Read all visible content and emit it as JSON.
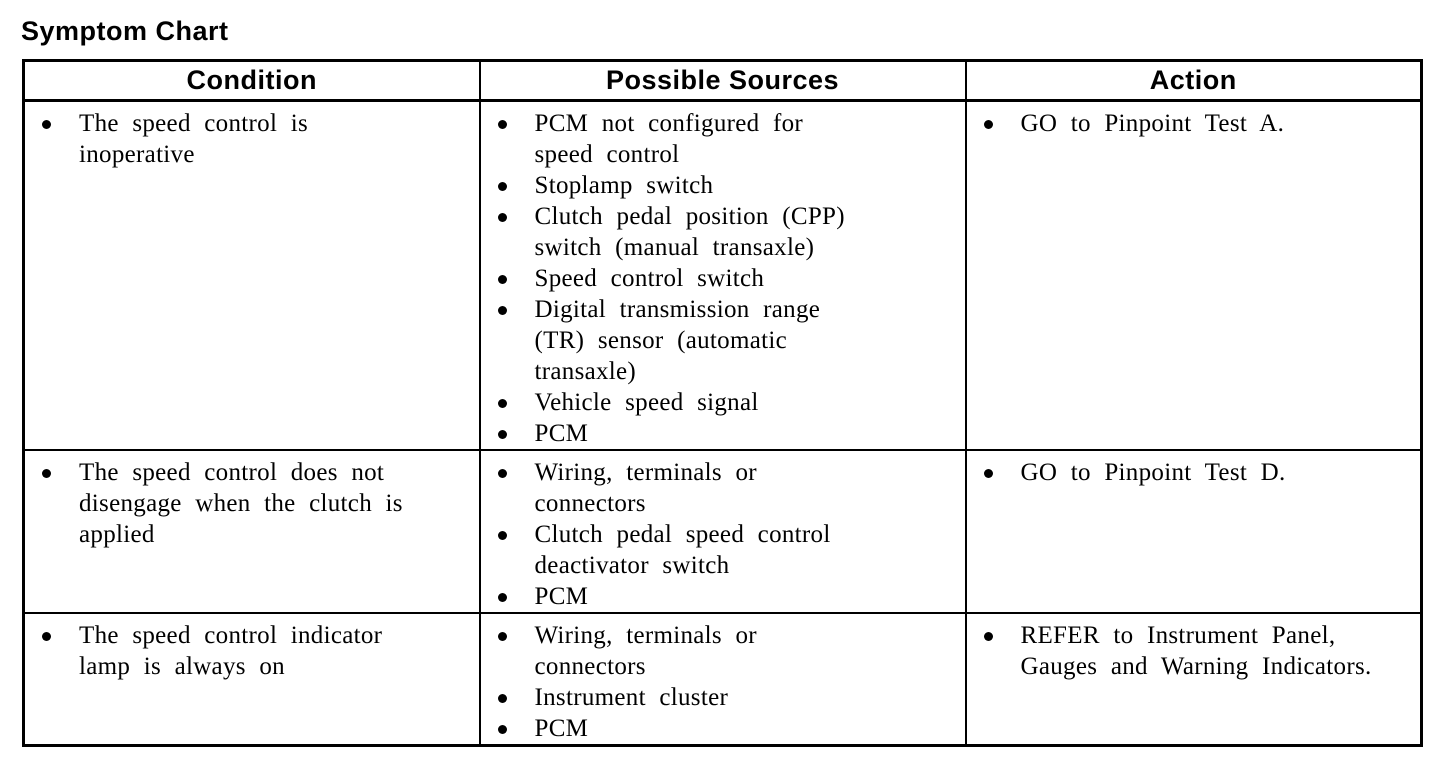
{
  "page": {
    "title": "Symptom Chart"
  },
  "table": {
    "columns": [
      "Condition",
      "Possible Sources",
      "Action"
    ],
    "rows": [
      {
        "condition": [
          "The speed control is\ninoperative"
        ],
        "possible_sources": [
          "PCM not configured for\nspeed control",
          "Stoplamp switch",
          "Clutch pedal position (CPP)\nswitch (manual transaxle)",
          "Speed control switch",
          "Digital transmission range\n(TR) sensor (automatic\ntransaxle)",
          "Vehicle speed signal",
          "PCM"
        ],
        "action": [
          "GO to Pinpoint Test A."
        ]
      },
      {
        "condition": [
          "The speed control does not\ndisengage when the clutch is\napplied"
        ],
        "possible_sources": [
          "Wiring, terminals or\nconnectors",
          "Clutch pedal speed control\ndeactivator switch",
          "PCM"
        ],
        "action": [
          "GO to Pinpoint Test D."
        ]
      },
      {
        "condition": [
          "The speed control indicator\nlamp is always on"
        ],
        "possible_sources": [
          "Wiring, terminals or\nconnectors",
          "Instrument cluster",
          "PCM"
        ],
        "action": [
          "REFER to Instrument Panel,\nGauges and Warning Indicators."
        ]
      }
    ]
  }
}
